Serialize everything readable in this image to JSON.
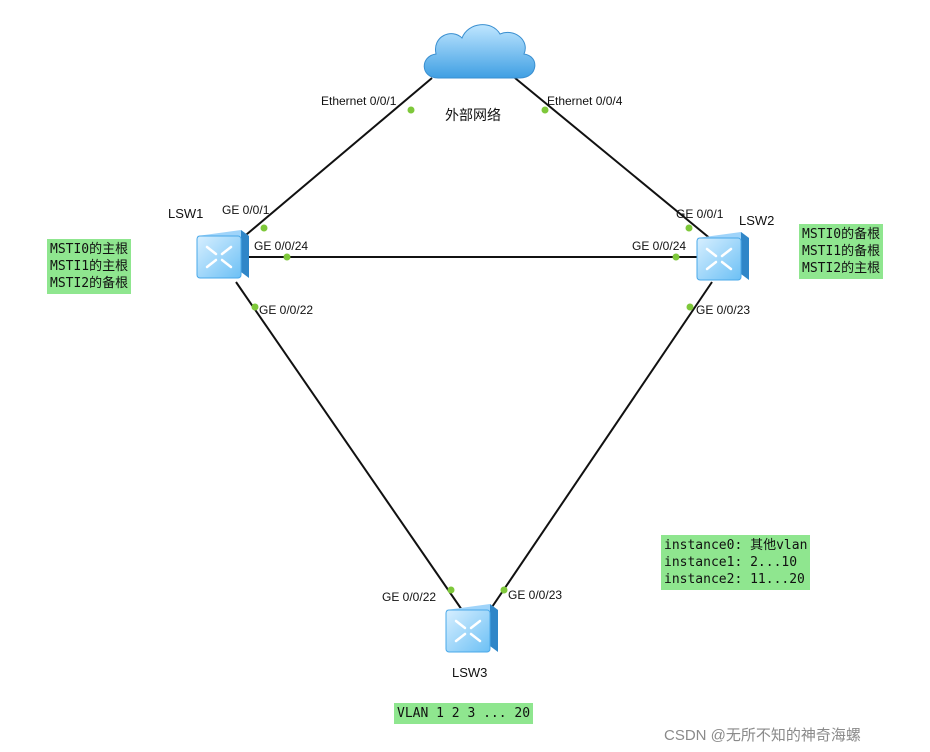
{
  "cloud": {
    "name": "外部网络",
    "icon": "cloud-icon"
  },
  "devices": {
    "lsw1": {
      "name": "LSW1",
      "icon": "switch-icon"
    },
    "lsw2": {
      "name": "LSW2",
      "icon": "switch-icon"
    },
    "lsw3": {
      "name": "LSW3",
      "icon": "switch-icon"
    }
  },
  "ports": {
    "cloud_eth1": "Ethernet 0/0/1",
    "cloud_eth4": "Ethernet 0/0/4",
    "lsw1_ge1": "GE 0/0/1",
    "lsw1_ge24": "GE 0/0/24",
    "lsw1_ge22": "GE 0/0/22",
    "lsw2_ge1": "GE 0/0/1",
    "lsw2_ge24": "GE 0/0/24",
    "lsw2_ge23": "GE 0/0/23",
    "lsw3_ge22": "GE 0/0/22",
    "lsw3_ge23": "GE 0/0/23"
  },
  "notes": {
    "lsw1": [
      "MSTI0的主根",
      "MSTI1的主根",
      "MSTI2的备根"
    ],
    "lsw2": [
      "MSTI0的备根",
      "MSTI1的备根",
      "MSTI2的主根"
    ],
    "instances": [
      "instance0: 其他vlan",
      "instance1: 2...10",
      "instance2: 11...20"
    ],
    "vlan": "VLAN 1 2 3 ... 20"
  },
  "watermark": "CSDN @无所不知的神奇海螺",
  "colors": {
    "link": "#111111",
    "port_dot": "#7ec83a",
    "note_bg": "#8fe68f",
    "switch_blue": "#4aa8e8"
  }
}
